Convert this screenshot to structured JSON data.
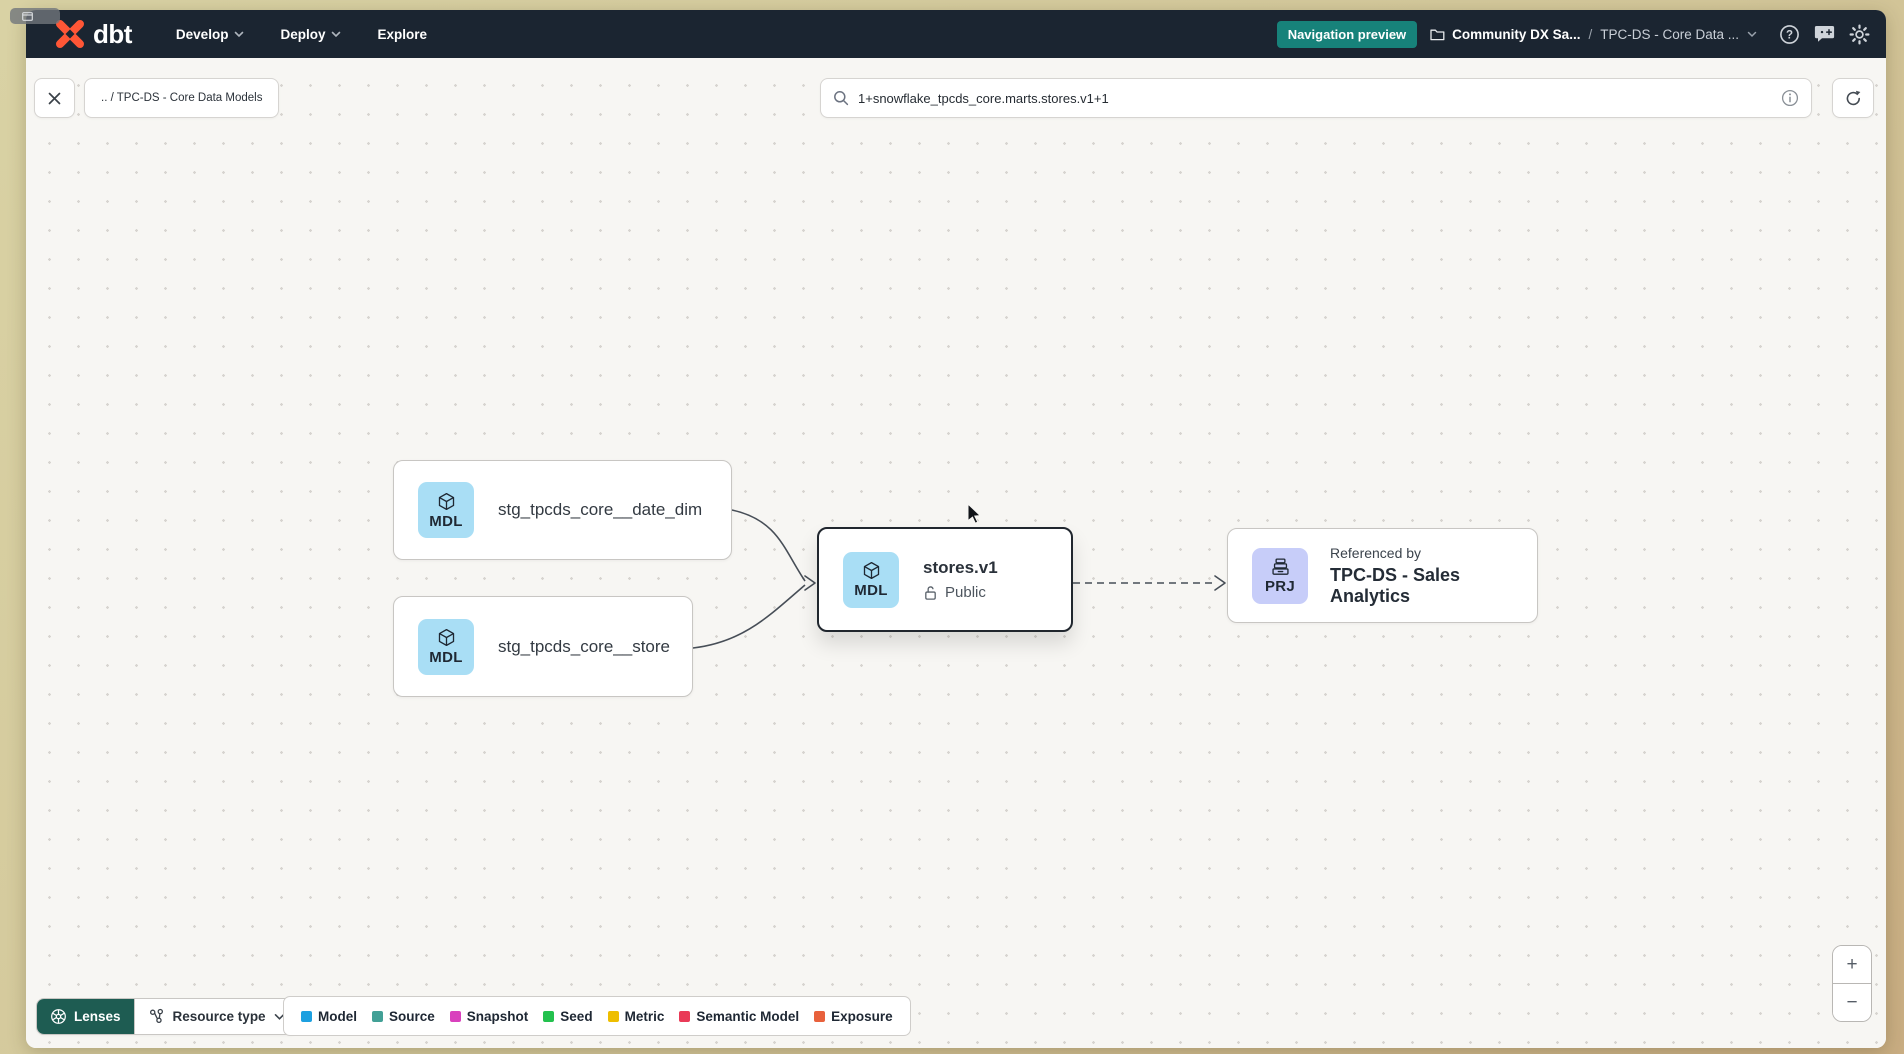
{
  "top_nav": {
    "logo_text": "dbt",
    "menus": [
      {
        "label": "Develop"
      },
      {
        "label": "Deploy"
      },
      {
        "label": "Explore"
      }
    ],
    "badge_label": "Navigation preview",
    "badge_style": "background:#17827a",
    "account": "Community DX Sa...",
    "separator": "/",
    "project": "TPC-DS - Core Data ..."
  },
  "toolbar": {
    "breadcrumb_chip": ".. / TPC-DS - Core Data Models",
    "search_value": "1+snowflake_tpcds_core.marts.stores.v1+1"
  },
  "graph": {
    "nodes": [
      {
        "badge": "MDL",
        "badge_style": "background:#a9def5",
        "label": "stg_tpcds_core__date_dim"
      },
      {
        "badge": "MDL",
        "badge_style": "background:#a9def5",
        "label": "stg_tpcds_core__store"
      },
      {
        "badge": "MDL",
        "badge_style": "background:#a9def5",
        "label": "stores.v1",
        "access": "Public"
      },
      {
        "badge": "PRJ",
        "badge_style": "background:#c7cdf9",
        "kicker": "Referenced by",
        "label": "TPC-DS - Sales Analytics"
      }
    ]
  },
  "footer": {
    "lenses_label": "Lenses",
    "lenses_color": "#1e5c52",
    "resource_type_label": "Resource type",
    "legend": [
      {
        "label": "Model",
        "color": "#1da0e0"
      },
      {
        "label": "Source",
        "color": "#42a096"
      },
      {
        "label": "Snapshot",
        "color": "#d940bd"
      },
      {
        "label": "Seed",
        "color": "#23c14e"
      },
      {
        "label": "Metric",
        "color": "#eebe00"
      },
      {
        "label": "Semantic Model",
        "color": "#e93a57"
      },
      {
        "label": "Exposure",
        "color": "#e8613c"
      }
    ]
  },
  "zoom_controls": {
    "plus": "+",
    "minus": "−"
  }
}
